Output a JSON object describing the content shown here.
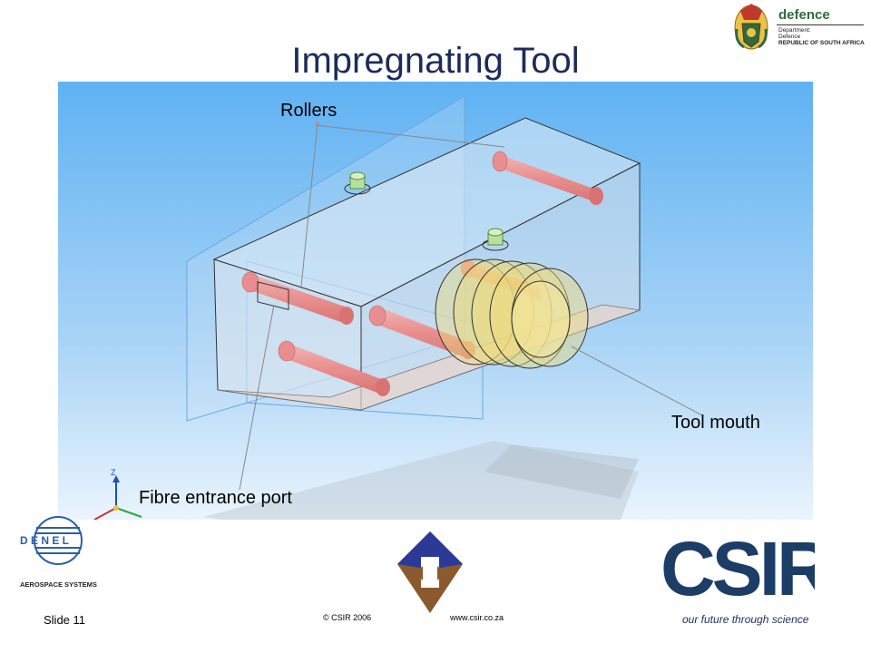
{
  "slide": {
    "title": "Impregnating Tool",
    "number": "Slide 11"
  },
  "header_logo": {
    "name": "defence",
    "line1": "Department:",
    "line2": "Defence",
    "line3": "REPUBLIC OF SOUTH AFRICA"
  },
  "diagram": {
    "labels": {
      "rollers": "Rollers",
      "tool_mouth": "Tool mouth",
      "fibre_port": "Fibre entrance port"
    },
    "axis_label": "Z"
  },
  "footer": {
    "denel_text": "D E N E L",
    "denel_sub": "AEROSPACE SYSTEMS",
    "csir_text": "CSIR",
    "csir_tagline": "our future through science",
    "copyright": "© CSIR  2006",
    "website": "www.csir.co.za"
  },
  "colors": {
    "title": "#1c2c5a",
    "csir_blue": "#1c3d66",
    "sky_top": "#62b4f3",
    "sky_bottom": "#e6f3fd"
  }
}
